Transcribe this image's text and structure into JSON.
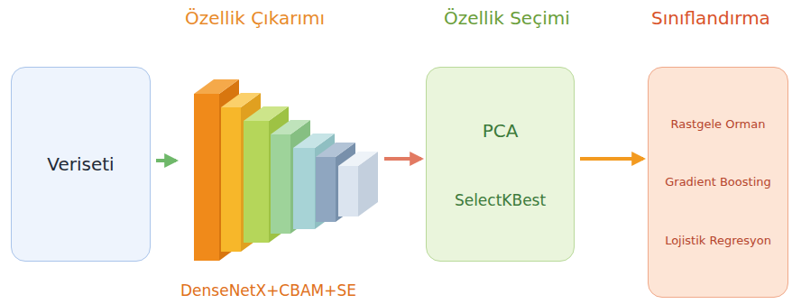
{
  "diagram": {
    "nodes": [
      {
        "text": [
          "Veriseti"
        ]
      },
      {
        "text": [
          "DenseNetX+CBAM+SE"
        ]
      },
      {
        "text": [
          "PCA",
          "SelectKBest"
        ]
      },
      {
        "text": [
          "Rastgele Orman",
          "Gradient Boosting",
          "Lojistik Regresyon"
        ]
      }
    ],
    "edges": [
      {
        "from": 0,
        "to": 1,
        "arrow": "to"
      },
      {
        "from": 1,
        "to": 2,
        "arrow": "to"
      },
      {
        "from": 2,
        "to": 3,
        "arrow": "to"
      }
    ],
    "labels": [
      "Özellik Çıkarımı",
      "Özellik Seçimi",
      "Sınıflandırma"
    ]
  }
}
